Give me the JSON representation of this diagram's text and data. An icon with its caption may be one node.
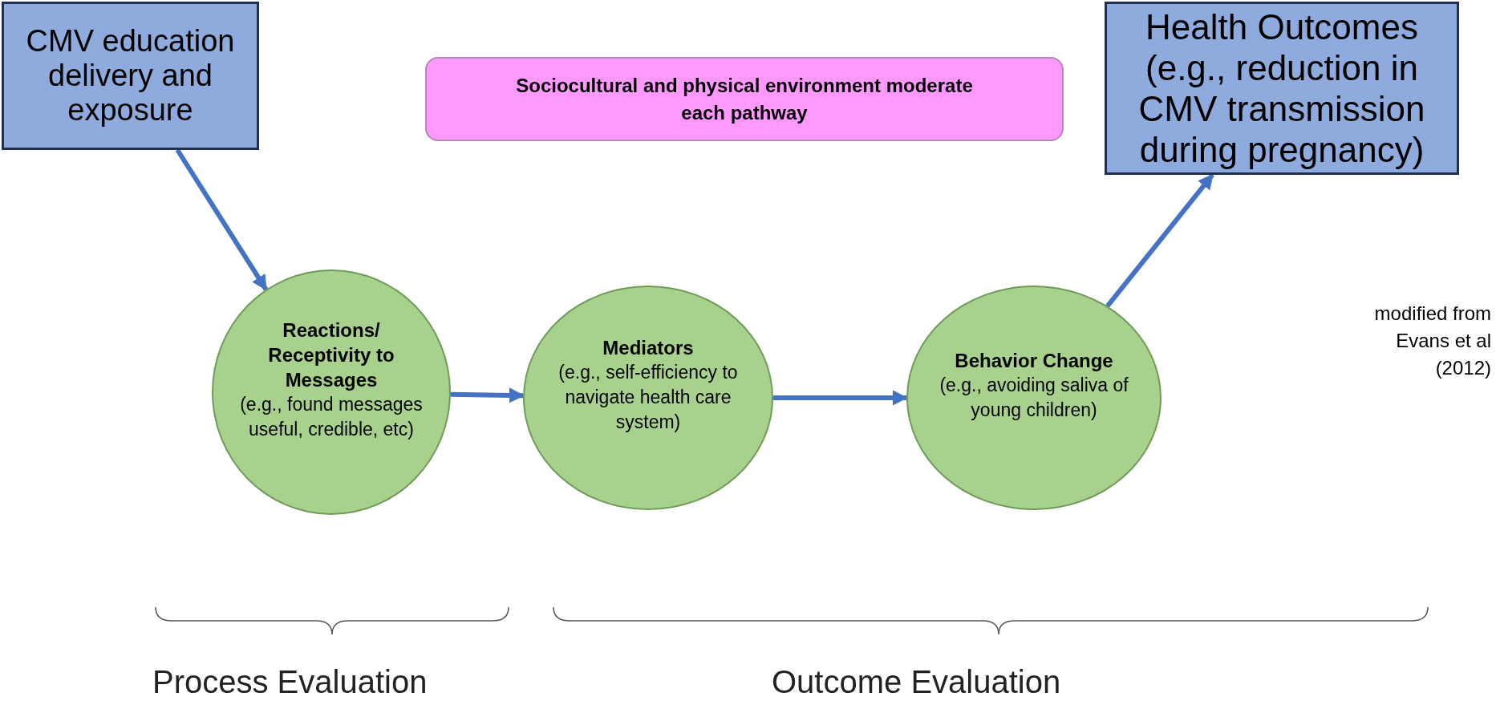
{
  "diagram": {
    "nodes": [
      {
        "text": [
          "CMV education delivery and exposure"
        ]
      },
      {
        "text": [
          "Sociocultural and physical environment moderate each pathway"
        ]
      },
      {
        "text": [
          "Health Outcomes (e.g., reduction in CMV transmission during pregnancy)"
        ]
      },
      {
        "text": [
          "Reactions/ Receptivity to Messages",
          "(e.g., found messages useful, credible, etc)"
        ]
      },
      {
        "text": [
          "Mediators",
          "(e.g., self-efficiency to navigate health care system)"
        ]
      },
      {
        "text": [
          "Behavior Change",
          "(e.g., avoiding saliva of young children)"
        ]
      }
    ],
    "edges": [
      {
        "from": 0,
        "to": 3,
        "arrow": "to"
      },
      {
        "from": 3,
        "to": 4,
        "arrow": "to"
      },
      {
        "from": 4,
        "to": 5,
        "arrow": "to"
      },
      {
        "from": 5,
        "to": 2,
        "arrow": "to"
      }
    ],
    "labels": [
      "modified from Evans et al (2012)",
      "Process Evaluation",
      "Outcome Evaluation"
    ]
  }
}
